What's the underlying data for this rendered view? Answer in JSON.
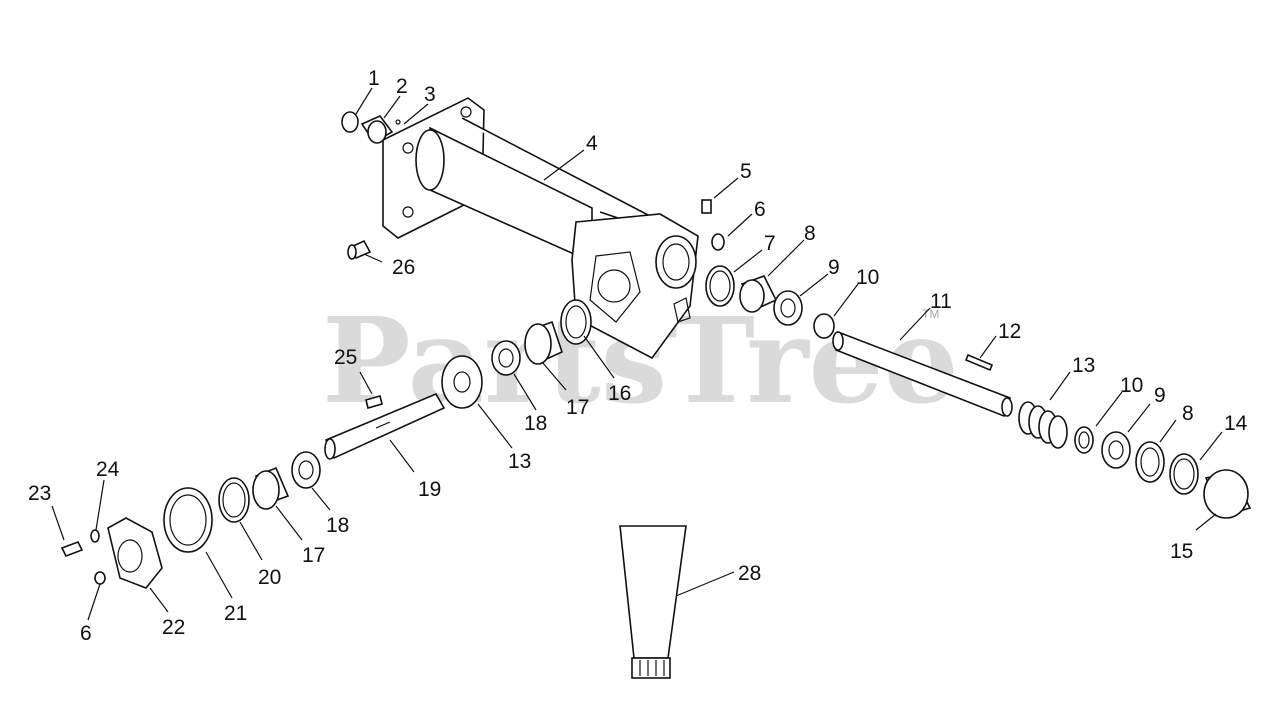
{
  "diagram": {
    "watermark": "PartsTree",
    "trademark": "TM",
    "labels": [
      {
        "id": "l1",
        "text": "1"
      },
      {
        "id": "l2",
        "text": "2"
      },
      {
        "id": "l3",
        "text": "3"
      },
      {
        "id": "l4",
        "text": "4"
      },
      {
        "id": "l5",
        "text": "5"
      },
      {
        "id": "l6a",
        "text": "6"
      },
      {
        "id": "l7",
        "text": "7"
      },
      {
        "id": "l8a",
        "text": "8"
      },
      {
        "id": "l9a",
        "text": "9"
      },
      {
        "id": "l10a",
        "text": "10"
      },
      {
        "id": "l11",
        "text": "11"
      },
      {
        "id": "l12",
        "text": "12"
      },
      {
        "id": "l13a",
        "text": "13"
      },
      {
        "id": "l10b",
        "text": "10"
      },
      {
        "id": "l9b",
        "text": "9"
      },
      {
        "id": "l8b",
        "text": "8"
      },
      {
        "id": "l14",
        "text": "14"
      },
      {
        "id": "l15",
        "text": "15"
      },
      {
        "id": "l16",
        "text": "16"
      },
      {
        "id": "l17a",
        "text": "17"
      },
      {
        "id": "l18a",
        "text": "18"
      },
      {
        "id": "l13b",
        "text": "13"
      },
      {
        "id": "l25",
        "text": "25"
      },
      {
        "id": "l26",
        "text": "26"
      },
      {
        "id": "l19",
        "text": "19"
      },
      {
        "id": "l18b",
        "text": "18"
      },
      {
        "id": "l17b",
        "text": "17"
      },
      {
        "id": "l20",
        "text": "20"
      },
      {
        "id": "l21",
        "text": "21"
      },
      {
        "id": "l22",
        "text": "22"
      },
      {
        "id": "l23",
        "text": "23"
      },
      {
        "id": "l24",
        "text": "24"
      },
      {
        "id": "l6b",
        "text": "6"
      },
      {
        "id": "l28",
        "text": "28"
      }
    ]
  }
}
